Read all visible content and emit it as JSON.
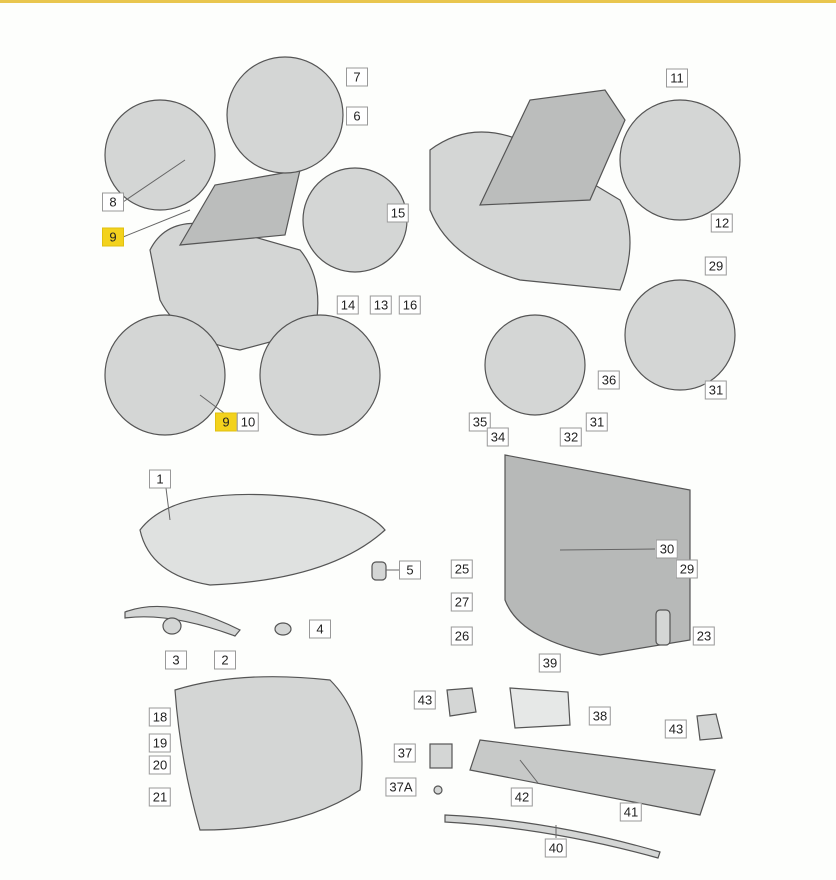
{
  "diagram": {
    "title": "Bonnet / lock carrier / plenum panel parts diagram",
    "highlight_color": "#f3d21d",
    "labels": [
      "7",
      "6",
      "11",
      "8",
      "9",
      "15",
      "12",
      "14",
      "13",
      "16",
      "29",
      "36",
      "9",
      "10",
      "31",
      "35",
      "34",
      "32",
      "31",
      "1",
      "30",
      "5",
      "25",
      "29",
      "27",
      "4",
      "26",
      "23",
      "3",
      "2",
      "39",
      "43",
      "38",
      "18",
      "43",
      "19",
      "37",
      "20",
      "37A",
      "21",
      "42",
      "41",
      "40"
    ]
  }
}
